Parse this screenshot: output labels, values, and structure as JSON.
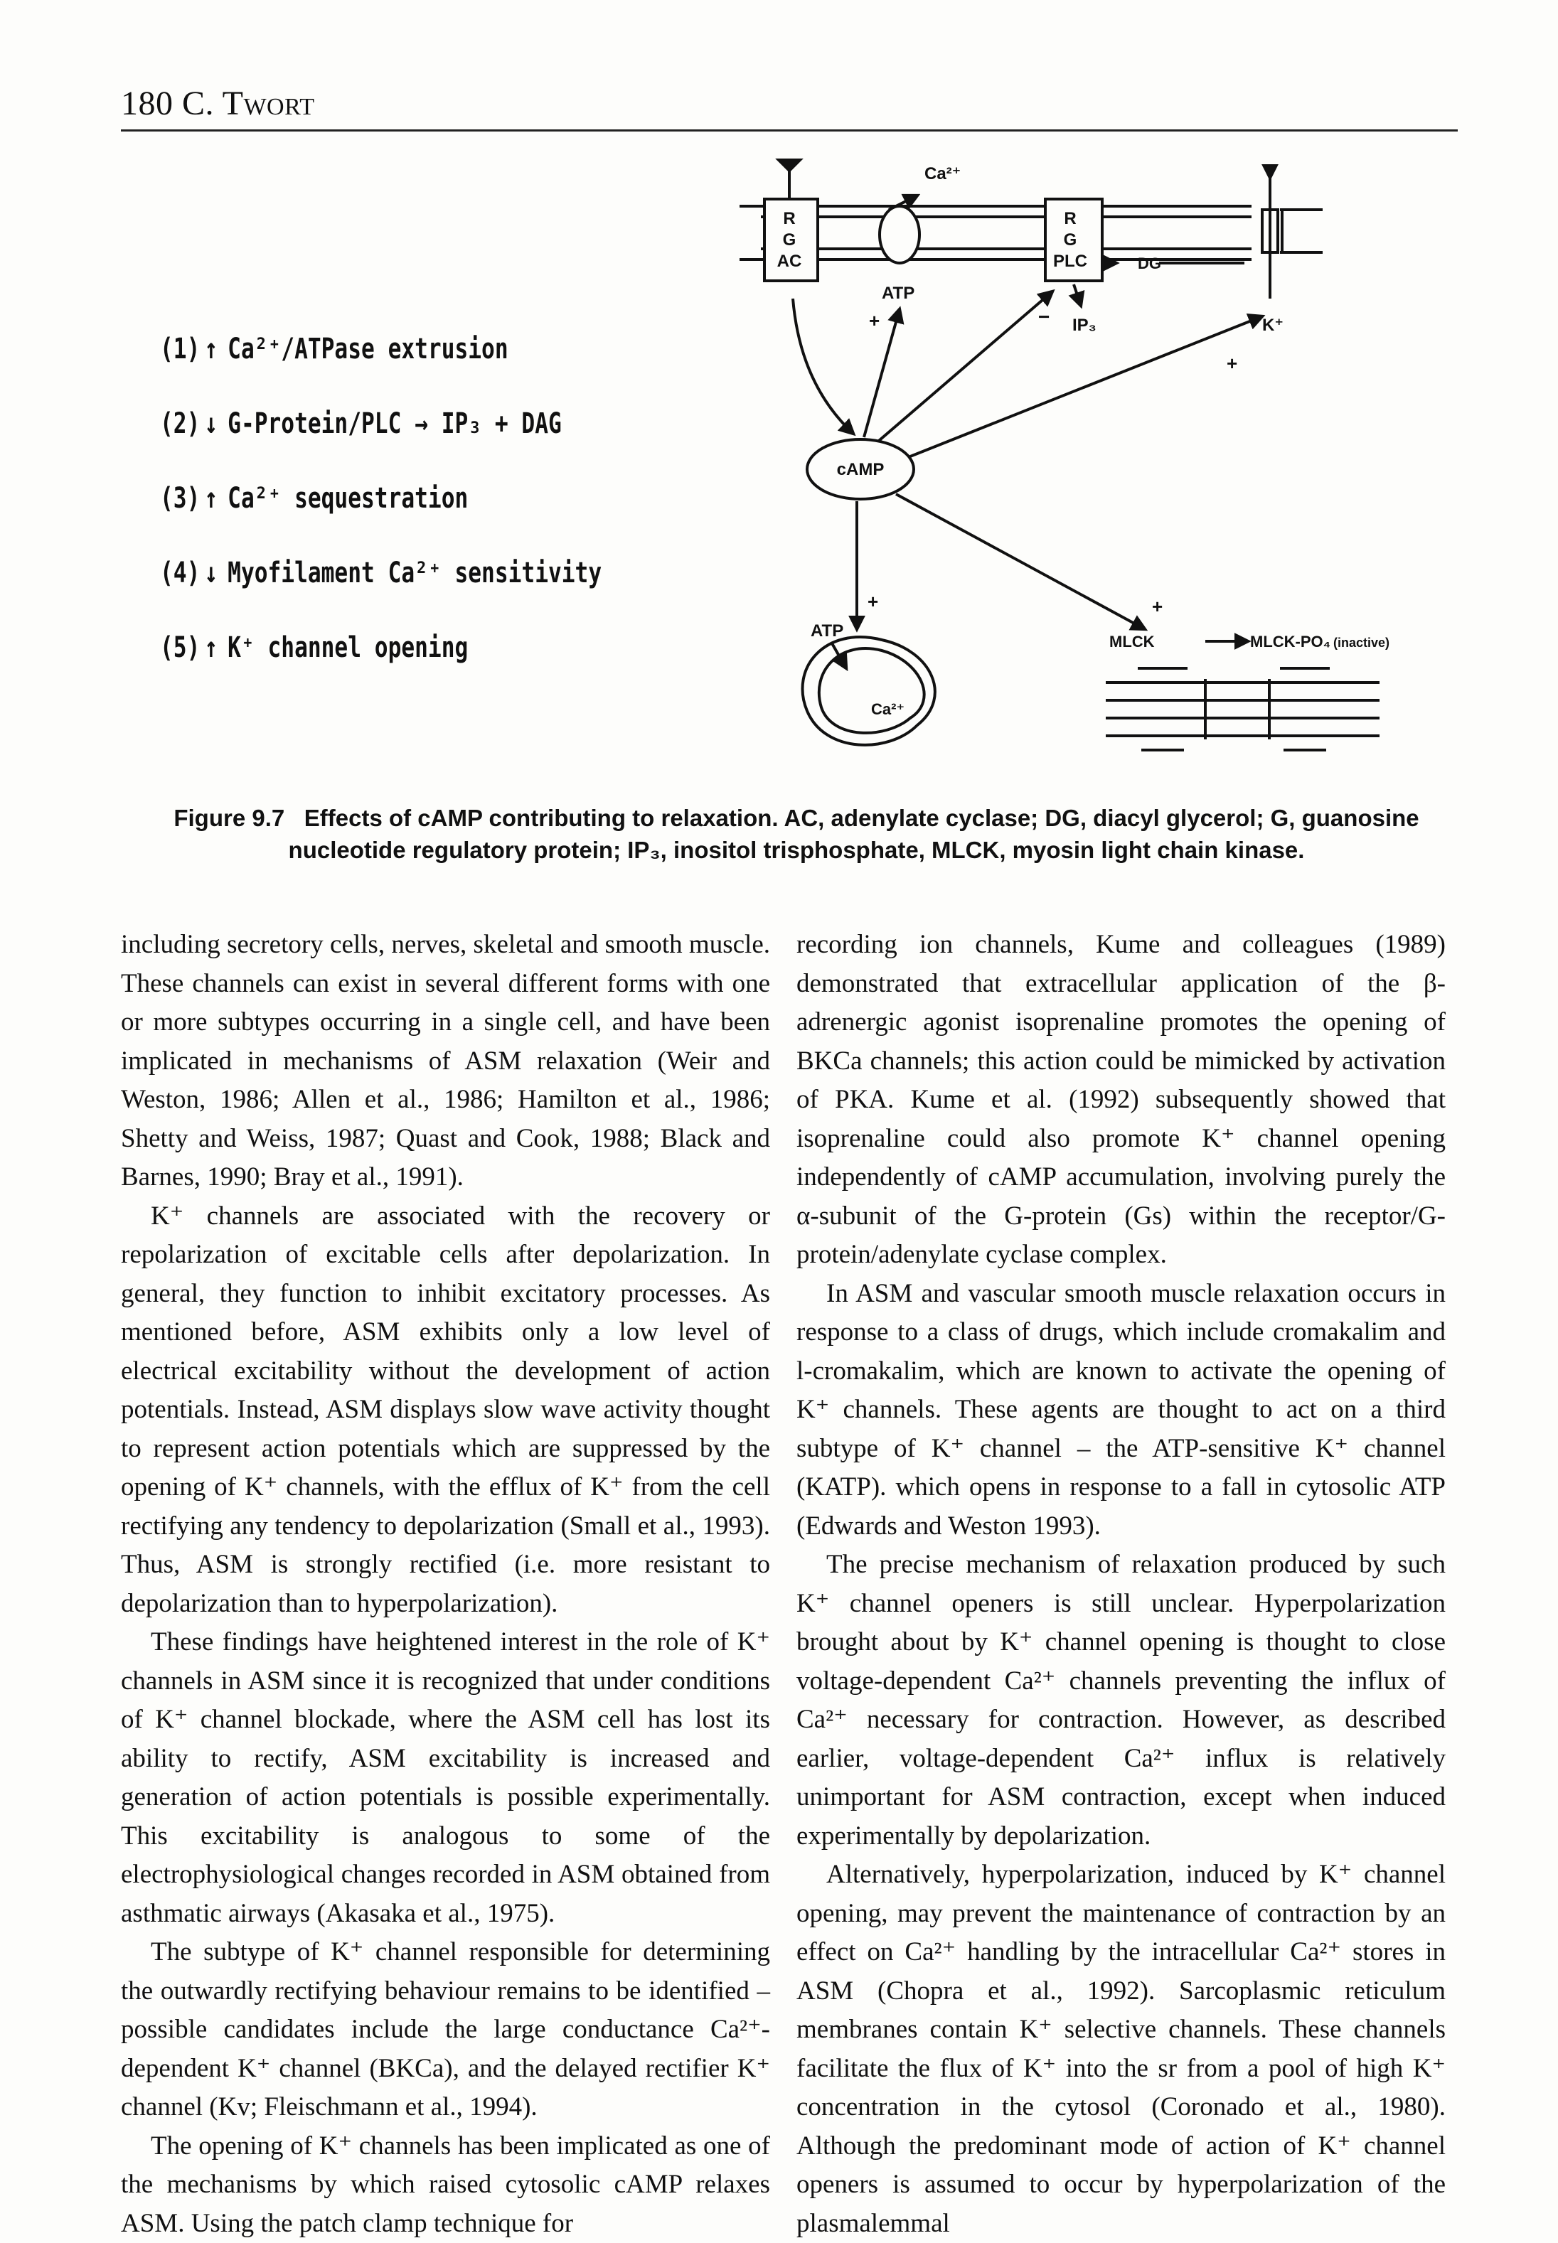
{
  "header": {
    "page_number": "180",
    "author": "C. Twort"
  },
  "effects_list": [
    {
      "num": "(1)",
      "arrow": "↑",
      "text": "Ca²⁺/ATPase extrusion"
    },
    {
      "num": "(2)",
      "arrow": "↓",
      "text": "G-Protein/PLC → IP₃ + DAG"
    },
    {
      "num": "(3)",
      "arrow": "↑",
      "text": "Ca²⁺ sequestration"
    },
    {
      "num": "(4)",
      "arrow": "↓",
      "text": "Myofilament Ca²⁺ sensitivity"
    },
    {
      "num": "(5)",
      "arrow": "↑",
      "text": "K⁺ channel opening"
    }
  ],
  "diagram": {
    "box_ac": [
      "R",
      "G",
      "AC"
    ],
    "box_plc": [
      "R",
      "G",
      "PLC"
    ],
    "ca_top": "Ca²⁺",
    "atp_top": "ATP",
    "dg": "DG",
    "ip3": "IP₃",
    "k": "K⁺",
    "camp": "cAMP",
    "atp_bottom": "ATP",
    "ca_sr": "Ca²⁺",
    "mlck": "MLCK",
    "mlck_po4": "MLCK-PO₄",
    "inactive": "(inactive)",
    "plus": "+",
    "minus": "−"
  },
  "caption": {
    "label": "Figure 9.7",
    "text": "Effects of cAMP contributing to relaxation. AC, adenylate cyclase; DG, diacyl glycerol; G, guanosine nucleotide regulatory protein; IP₃, inositol trisphosphate, MLCK, myosin light chain kinase."
  },
  "left_column": [
    "including secretory cells, nerves, skeletal and smooth muscle. These channels can exist in several different forms with one or more subtypes occurring in a single cell, and have been implicated in mechanisms of ASM relaxation (Weir and Weston, 1986; Allen et al., 1986; Hamilton et al., 1986; Shetty and Weiss, 1987; Quast and Cook, 1988; Black and Barnes, 1990; Bray et al., 1991).",
    "K⁺ channels are associated with the recovery or repolarization of excitable cells after depolarization. In general, they function to inhibit excitatory processes. As mentioned before, ASM exhibits only a low level of electrical excitability without the development of action potentials. Instead, ASM displays slow wave activity thought to represent action potentials which are suppressed by the opening of K⁺ channels, with the efflux of K⁺ from the cell rectifying any tendency to depolarization (Small et al., 1993). Thus, ASM is strongly rectified (i.e. more resistant to depolarization than to hyperpolarization).",
    "These findings have heightened interest in the role of K⁺ channels in ASM since it is recognized that under conditions of K⁺ channel blockade, where the ASM cell has lost its ability to rectify, ASM excitability is increased and generation of action potentials is possible experimentally. This excitability is analogous to some of the electrophysiological changes recorded in ASM obtained from asthmatic airways (Akasaka et al., 1975).",
    "The subtype of K⁺ channel responsible for determining the outwardly rectifying behaviour remains to be identified – possible candidates include the large conductance Ca²⁺-dependent K⁺ channel (BKCa), and the delayed rectifier K⁺ channel (Kv; Fleischmann et al., 1994).",
    "The opening of K⁺ channels has been implicated as one of the mechanisms by which raised cytosolic cAMP relaxes ASM. Using the patch clamp technique for"
  ],
  "right_column": [
    "recording ion channels, Kume and colleagues (1989) demonstrated that extracellular application of the β-adrenergic agonist isoprenaline promotes the opening of BKCa channels; this action could be mimicked by activation of PKA. Kume et al. (1992) subsequently showed that isoprenaline could also promote K⁺ channel opening independently of cAMP accumulation, involving purely the α-subunit of the G-protein (Gs) within the receptor/G-protein/adenylate cyclase complex.",
    "In ASM and vascular smooth muscle relaxation occurs in response to a class of drugs, which include cromakalim and l-cromakalim, which are known to activate the opening of K⁺ channels. These agents are thought to act on a third subtype of K⁺ channel – the ATP-sensitive K⁺ channel (KATP). which opens in response to a fall in cytosolic ATP (Edwards and Weston 1993).",
    "The precise mechanism of relaxation produced by such K⁺ channel openers is still unclear. Hyperpolarization brought about by K⁺ channel opening is thought to close voltage-dependent Ca²⁺ channels preventing the influx of Ca²⁺ necessary for contraction. However, as described earlier, voltage-dependent Ca²⁺ influx is relatively unimportant for ASM contraction, except when induced experimentally by depolarization.",
    "Alternatively, hyperpolarization, induced by K⁺ channel opening, may prevent the maintenance of contraction by an effect on Ca²⁺ handling by the intracellular Ca²⁺ stores in ASM (Chopra et al., 1992). Sarcoplasmic reticulum membranes contain K⁺ selective channels. These channels facilitate the flux of K⁺ into the sr from a pool of high K⁺ concentration in the cytosol (Coronado et al., 1980). Although the predominant mode of action of K⁺ channel openers is assumed to occur by hyperpolarization of the plasmalemmal"
  ]
}
